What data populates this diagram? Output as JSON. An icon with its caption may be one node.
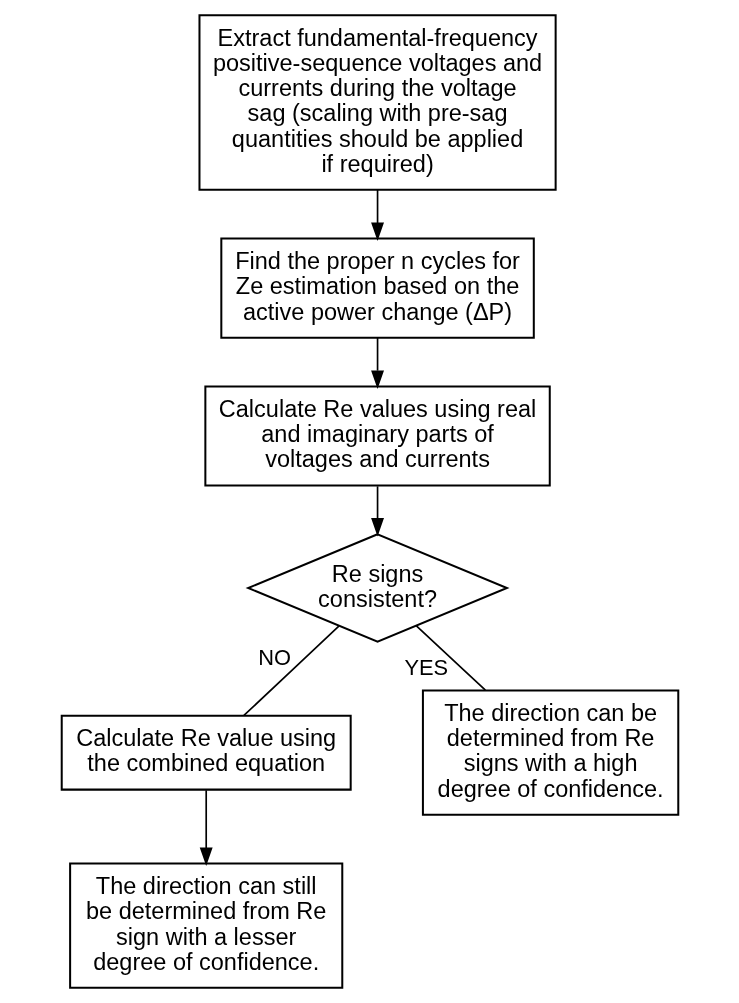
{
  "diagram": {
    "nodes": [
      {
        "text": [
          "Extract fundamental-frequency positive-sequence voltages and currents during the voltage sag (scaling with pre-sag quantities should be applied if required)"
        ]
      },
      {
        "text": [
          "Find the proper n cycles for Ze estimation based on the active power change (ΔP)"
        ]
      },
      {
        "text": [
          "Calculate Re values using real and imaginary parts of voltages and currents"
        ]
      },
      {
        "text": [
          "Re signs consistent?"
        ]
      },
      {
        "text": [
          "Calculate Re value using the combined equation"
        ]
      },
      {
        "text": [
          "The direction can still be determined from Re sign with a lesser degree of confidence."
        ]
      },
      {
        "text": [
          "The direction can be determined from Re signs with a high degree of confidence."
        ]
      }
    ],
    "edges": [
      {
        "from": 0,
        "to": 1,
        "arrow": "to"
      },
      {
        "from": 1,
        "to": 2,
        "arrow": "to"
      },
      {
        "from": 2,
        "to": 3,
        "arrow": "to"
      },
      {
        "from": 3,
        "to": 4,
        "arrow": "none",
        "label": "NO"
      },
      {
        "from": 3,
        "to": 6,
        "arrow": "none",
        "label": "YES"
      },
      {
        "from": 4,
        "to": 5,
        "arrow": "to"
      }
    ]
  }
}
